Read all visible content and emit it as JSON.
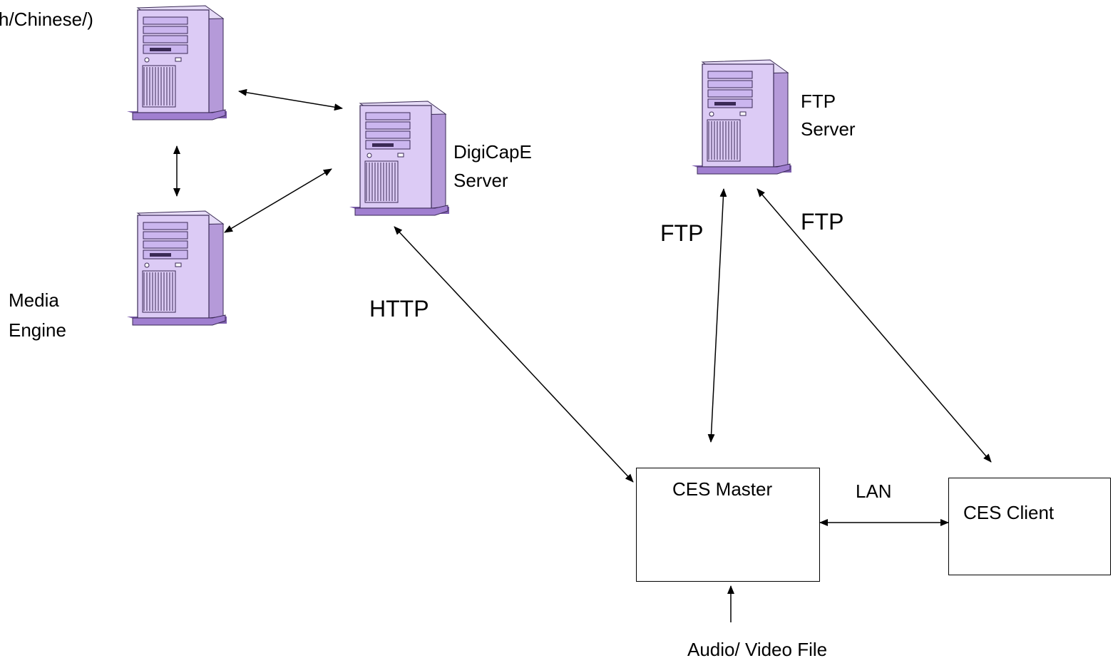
{
  "labels": {
    "top_left_partial": "h/Chinese/)",
    "media_engine_line1": "Media",
    "media_engine_line2": "Engine",
    "digicape_line1": "DigiCapE",
    "digicape_line2": "Server",
    "ftp_server_line1": "FTP",
    "ftp_server_line2": "Server",
    "http": "HTTP",
    "ftp_left": "FTP",
    "ftp_right": "FTP",
    "lan": "LAN",
    "audio_video": "Audio/ Video File"
  },
  "boxes": {
    "ces_master": "CES Master",
    "ces_client": "CES Client"
  },
  "icons": [
    "server-tower-icon"
  ],
  "colors": {
    "server_body": "#d9c8f2",
    "server_side": "#b59ad9",
    "server_shadow": "#8a6bb8",
    "server_base": "#a07fd0"
  }
}
